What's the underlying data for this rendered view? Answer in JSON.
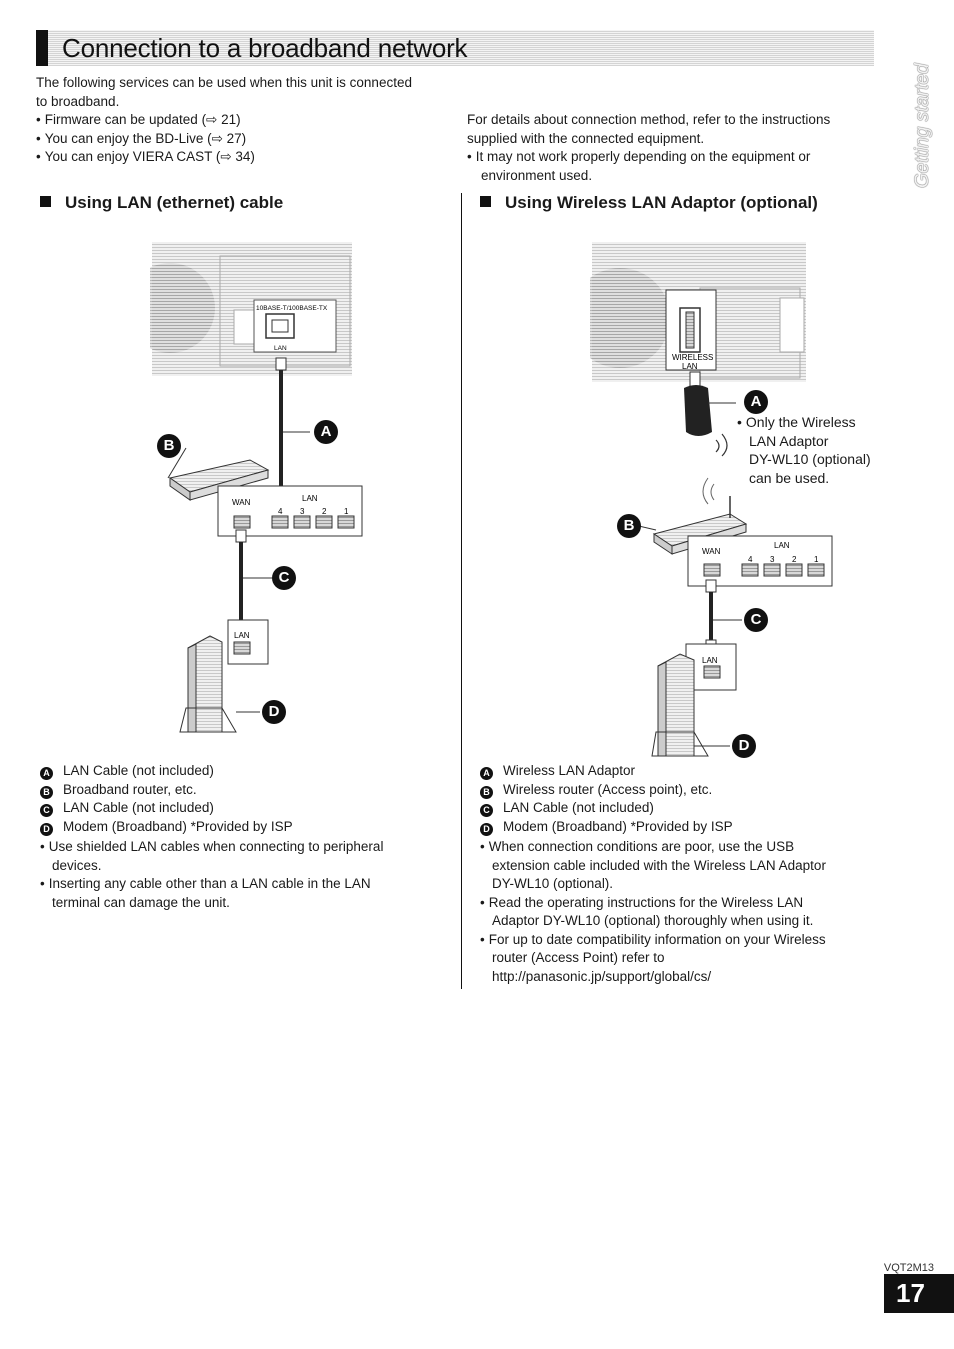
{
  "header": {
    "title": "Connection to a broadband network"
  },
  "side_tab": {
    "label": "Getting started"
  },
  "intro": {
    "line1": "The following services can be used when this unit is connected",
    "line2": "to broadband.",
    "bullets": [
      "Firmware can be updated (⇨ 21)",
      "You can enjoy the BD-Live (⇨ 27)",
      "You can enjoy VIERA CAST (⇨ 34)"
    ]
  },
  "right_intro": {
    "line1": "For details about connection method, refer to the instructions",
    "line2": "supplied with the connected equipment.",
    "bullet1": "It may not work properly depending on the equipment or",
    "bullet1_cont": "environment used."
  },
  "left_section": {
    "heading": "Using LAN (ethernet) cable",
    "diagram": {
      "port_label": "10BASE-T/100BASE-TX",
      "lan": "LAN",
      "wan": "WAN",
      "router_lan": "LAN",
      "router_ports": [
        "4",
        "3",
        "2",
        "1"
      ],
      "modem_lan": "LAN",
      "markers": [
        "A",
        "B",
        "C",
        "D"
      ]
    },
    "legend": [
      {
        "letter": "A",
        "text": "LAN Cable (not included)"
      },
      {
        "letter": "B",
        "text": "Broadband router, etc."
      },
      {
        "letter": "C",
        "text": "LAN Cable (not included)"
      },
      {
        "letter": "D",
        "text": "Modem (Broadband) *Provided by ISP"
      }
    ],
    "notes": [
      {
        "l1": "Use shielded LAN cables when connecting to peripheral",
        "l2": "devices."
      },
      {
        "l1": "Inserting any cable other than a LAN cable in the LAN",
        "l2": "terminal can damage the unit."
      }
    ]
  },
  "right_section": {
    "heading": "Using Wireless LAN Adaptor (optional)",
    "diagram": {
      "wireless_label1": "WIRELESS",
      "wireless_label2": "LAN",
      "note_lines": [
        "Only the Wireless",
        "LAN Adaptor",
        "DY-WL10 (optional)",
        "can be used."
      ],
      "wan": "WAN",
      "router_lan": "LAN",
      "router_ports": [
        "4",
        "3",
        "2",
        "1"
      ],
      "modem_lan": "LAN",
      "markers": [
        "A",
        "B",
        "C",
        "D"
      ]
    },
    "legend": [
      {
        "letter": "A",
        "text": "Wireless LAN Adaptor"
      },
      {
        "letter": "B",
        "text": "Wireless router (Access point), etc."
      },
      {
        "letter": "C",
        "text": "LAN Cable (not included)"
      },
      {
        "letter": "D",
        "text": "Modem (Broadband) *Provided by ISP"
      }
    ],
    "notes": [
      {
        "lines": [
          "When connection conditions are poor, use the USB",
          "extension cable included with the Wireless LAN Adaptor",
          "DY-WL10 (optional)."
        ]
      },
      {
        "lines": [
          "Read the operating instructions for the Wireless LAN",
          "Adaptor DY-WL10 (optional) thoroughly when using it."
        ]
      },
      {
        "lines": [
          "For up to date compatibility information on your Wireless",
          "router (Access Point) refer to",
          "http://panasonic.jp/support/global/cs/"
        ]
      }
    ]
  },
  "footer": {
    "doc_code": "VQT2M13",
    "page_number": "17"
  }
}
